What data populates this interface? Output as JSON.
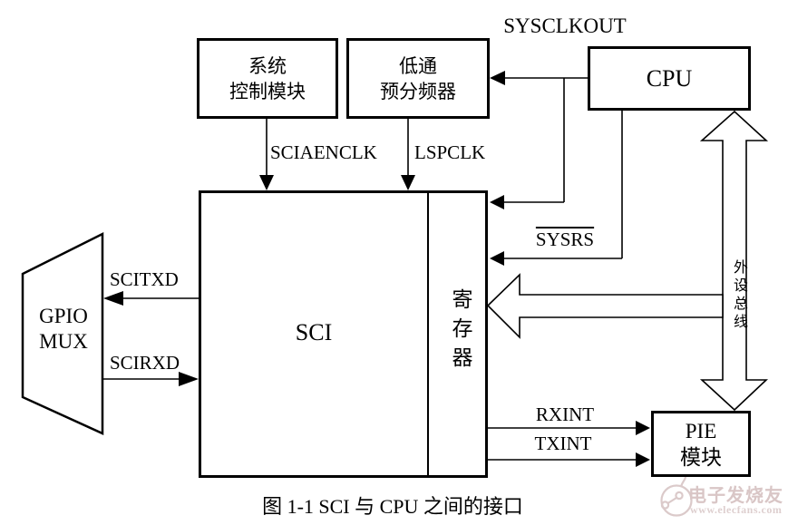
{
  "figure": {
    "caption": "图 1-1   SCI 与 CPU 之间的接口"
  },
  "blocks": {
    "system_control": {
      "line1": "系统",
      "line2": "控制模块"
    },
    "prescaler": {
      "line1": "低通",
      "line2": "预分频器"
    },
    "cpu": {
      "label": "CPU"
    },
    "sci": {
      "label": "SCI"
    },
    "registers": {
      "label": "寄存器"
    },
    "gpio_mux": {
      "line1": "GPIO",
      "line2": "MUX"
    },
    "pie": {
      "line1": "PIE",
      "line2": "模块"
    }
  },
  "signals": {
    "sysclkout": "SYSCLKOUT",
    "sciaenclk": "SCIAENCLK",
    "lspclk": "LSPCLK",
    "sysrs": "SYSRS",
    "scitxd": "SCITXD",
    "scirxd": "SCIRXD",
    "rxint": "RXINT",
    "txint": "TXINT",
    "peripheral_bus": "外设总线"
  },
  "colors": {
    "line": "#000000",
    "background": "#ffffff",
    "watermark": "#d9c6c6"
  },
  "watermark": {
    "brand": "电子发烧友",
    "url": "www.elecfans.com"
  }
}
